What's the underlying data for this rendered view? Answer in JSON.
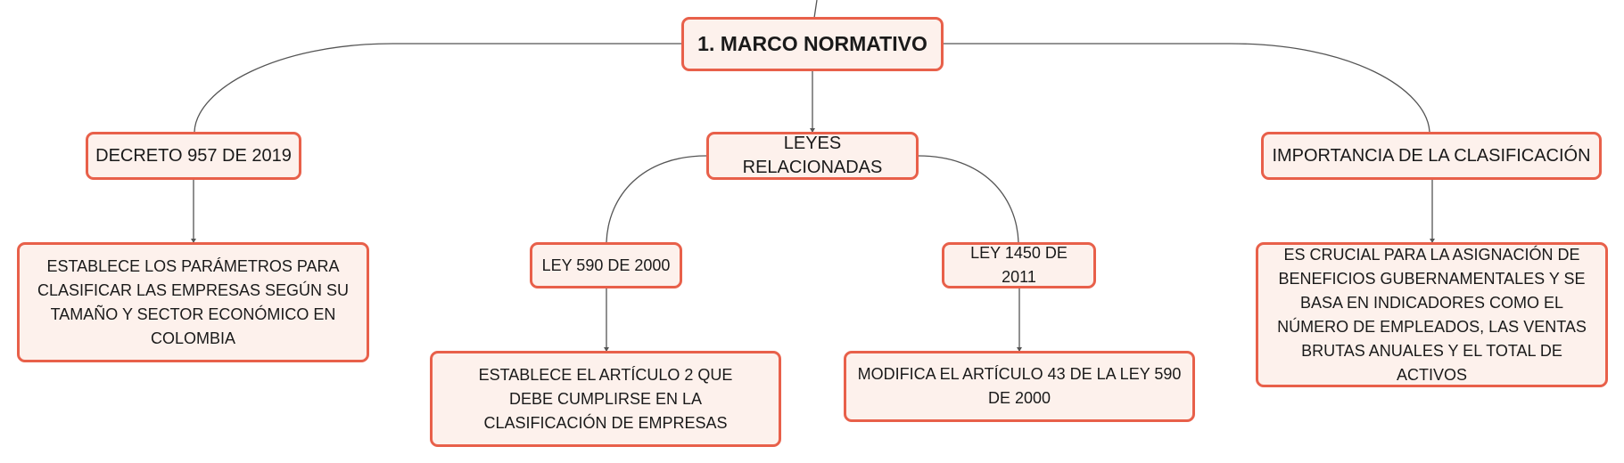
{
  "diagram": {
    "root": {
      "label": "1. MARCO NORMATIVO"
    },
    "branches": {
      "decreto": {
        "label": "DECRETO 957 DE 2019",
        "detail": "ESTABLECE LOS PARÁMETROS PARA CLASIFICAR LAS EMPRESAS SEGÚN SU TAMAÑO Y SECTOR ECONÓMICO EN COLOMBIA"
      },
      "leyes": {
        "label": "LEYES RELACIONADAS",
        "ley590": {
          "label": "LEY 590 DE 2000",
          "detail": "ESTABLECE EL ARTÍCULO 2 QUE DEBE CUMPLIRSE EN LA CLASIFICACIÓN DE EMPRESAS"
        },
        "ley1450": {
          "label": "LEY 1450 DE 2011",
          "detail": "MODIFICA EL ARTÍCULO 43 DE LA LEY 590 DE 2000"
        }
      },
      "importancia": {
        "label": "IMPORTANCIA DE LA CLASIFICACIÓN",
        "detail": "ES CRUCIAL PARA LA ASIGNACIÓN DE BENEFICIOS GUBERNAMENTALES Y SE BASA EN INDICADORES COMO EL NÚMERO DE EMPLEADOS, LAS VENTAS BRUTAS ANUALES Y EL TOTAL DE ACTIVOS"
      }
    },
    "colors": {
      "node_fill": "#fdf1ec",
      "node_border": "#e8604a",
      "connector": "#555555",
      "text": "#1a1a1a"
    }
  }
}
